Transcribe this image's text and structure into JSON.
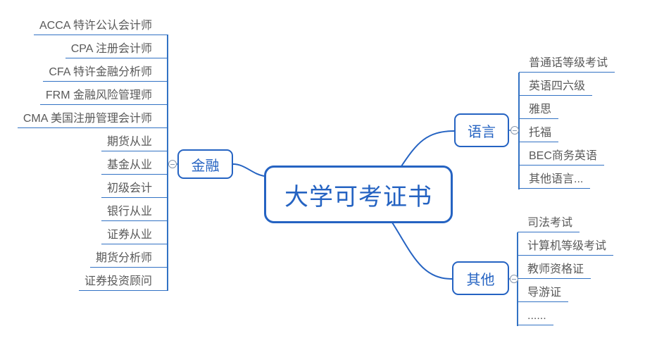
{
  "central": {
    "label": "大学可考证书"
  },
  "branches": [
    {
      "label": "金融",
      "side": "left",
      "collapse_marker": "minus",
      "children": [
        "ACCA 特许公认会计师",
        "CPA 注册会计师",
        "CFA 特许金融分析师",
        "FRM 金融风险管理师",
        "CMA 美国注册管理会计师",
        "期货从业",
        "基金从业",
        "初级会计",
        "银行从业",
        "证券从业",
        "期货分析师",
        "证券投资顾问"
      ]
    },
    {
      "label": "语言",
      "side": "right",
      "collapse_marker": "minus",
      "children": [
        "普通话等级考试",
        "英语四六级",
        "雅思",
        "托福",
        "BEC商务英语",
        "其他语言..."
      ]
    },
    {
      "label": "其他",
      "side": "right",
      "collapse_marker": "minus",
      "children": [
        "司法考试",
        "计算机等级考试",
        "教师资格证",
        "导游证",
        "......"
      ]
    }
  ],
  "colors": {
    "accent": "#2563c2",
    "line": "#3272c4",
    "item_text": "#595959",
    "collapse_border": "#8696ac",
    "background": "#ffffff"
  }
}
